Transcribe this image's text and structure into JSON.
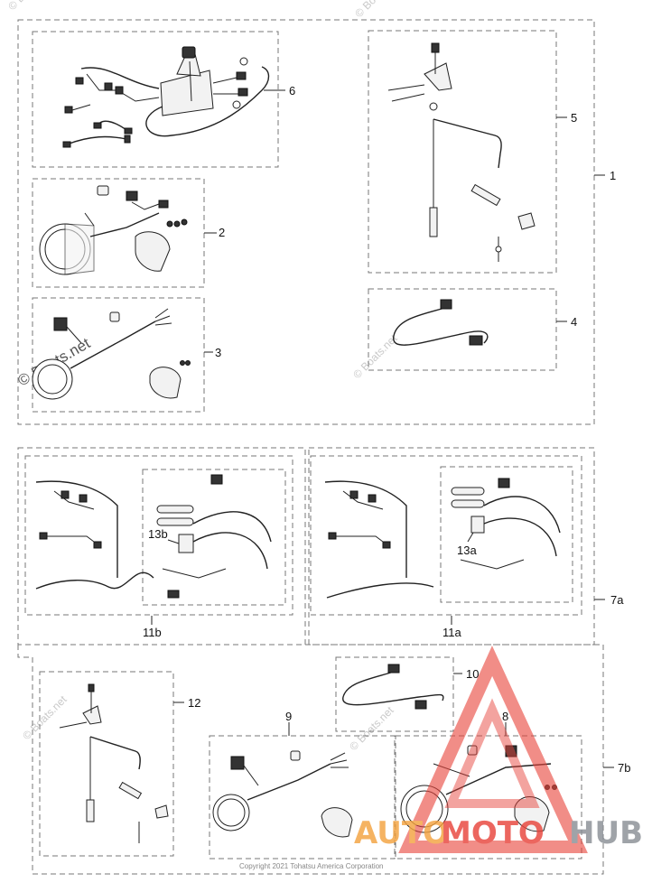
{
  "callouts": {
    "c1": "1",
    "c2": "2",
    "c3": "3",
    "c4": "4",
    "c5": "5",
    "c6": "6",
    "c7a": "7a",
    "c7b": "7b",
    "c8": "8",
    "c9": "9",
    "c10": "10",
    "c11a": "11a",
    "c11b": "11b",
    "c12": "12",
    "c13a": "13a",
    "c13b": "13b"
  },
  "watermark": "© Boats.net",
  "copyright": "Copyright 2021 Tohatsu America Corporation",
  "logo": {
    "part1": "AUTO",
    "part2": "MOTO",
    "part3": "HUB"
  },
  "colors": {
    "logo_orange": "#f4a340",
    "logo_red": "#e8453c",
    "logo_gray": "#8a8f95"
  }
}
